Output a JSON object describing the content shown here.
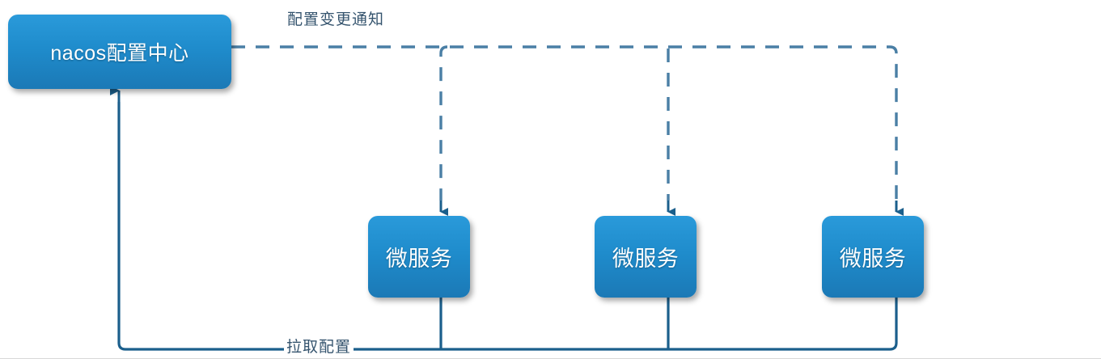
{
  "diagram": {
    "type": "flow-diagram",
    "title": "nacos configuration center and microservices",
    "background_color": "#ffffff",
    "node_fill_top": "#2a9ada",
    "node_fill_bottom": "#1b79b6",
    "node_text_color": "#ffffff",
    "solid_line_color": "#1b5f8c",
    "dashed_line_color": "#4a7fa5",
    "label_text_color": "#35546e",
    "nodes": [
      {
        "id": "nacos",
        "label": "nacos配置中心"
      },
      {
        "id": "service-1",
        "label": "微服务"
      },
      {
        "id": "service-2",
        "label": "微服务"
      },
      {
        "id": "service-3",
        "label": "微服务"
      }
    ],
    "edges": [
      {
        "id": "config-change-notify",
        "label": "配置变更通知",
        "style": "dashed",
        "from": "nacos",
        "to": [
          "service-1",
          "service-2",
          "service-3"
        ],
        "direction": "down"
      },
      {
        "id": "pull-config",
        "label": "拉取配置",
        "style": "solid",
        "from": [
          "service-1",
          "service-2",
          "service-3"
        ],
        "to": "nacos",
        "direction": "up"
      }
    ]
  }
}
